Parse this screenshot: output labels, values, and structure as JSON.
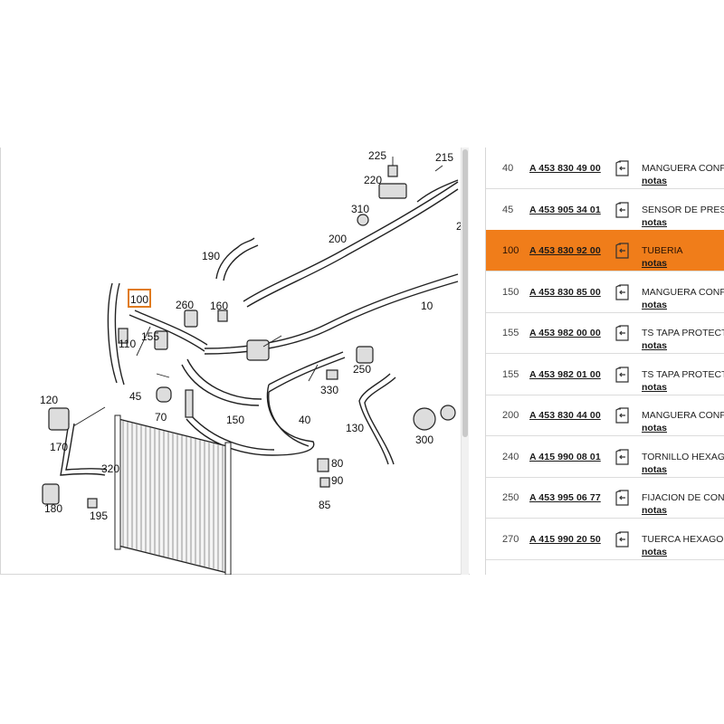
{
  "diagram": {
    "callouts": [
      "225",
      "215",
      "220",
      "310",
      "200",
      "190",
      "260",
      "160",
      "100",
      "110",
      "155",
      "10",
      "250",
      "330",
      "45",
      "70",
      "150",
      "40",
      "120",
      "170",
      "130",
      "300",
      "320",
      "80",
      "90",
      "180",
      "195",
      "85",
      "2"
    ],
    "selected_callout": "100"
  },
  "parts": [
    {
      "pos": "40",
      "part_no": "A 453 830 49 00",
      "description": "MANGUERA CONFO",
      "notes": "notas",
      "selected": false
    },
    {
      "pos": "45",
      "part_no": "A 453 905 34 01",
      "description": "SENSOR DE PRESIO",
      "notes": "notas",
      "selected": false
    },
    {
      "pos": "100",
      "part_no": "A 453 830 92 00",
      "description": "TUBERIA",
      "notes": "notas",
      "selected": true
    },
    {
      "pos": "150",
      "part_no": "A 453 830 85 00",
      "description": "MANGUERA CONFO",
      "notes": "notas",
      "selected": false
    },
    {
      "pos": "155",
      "part_no": "A 453 982 00 00",
      "description": "TS TAPA PROTECTO",
      "notes": "notas",
      "selected": false
    },
    {
      "pos": "155",
      "part_no": "A 453 982 01 00",
      "description": "TS TAPA PROTECTO",
      "notes": "notas",
      "selected": false
    },
    {
      "pos": "200",
      "part_no": "A 453 830 44 00",
      "description": "MANGUERA CONFO",
      "notes": "notas",
      "selected": false
    },
    {
      "pos": "240",
      "part_no": "A 415 990 08 01",
      "description": "TORNILLO HEXAGO",
      "notes": "notas",
      "selected": false
    },
    {
      "pos": "250",
      "part_no": "A 453 995 06 77",
      "description": "FIJACION DE COND",
      "notes": "notas",
      "selected": false
    },
    {
      "pos": "270",
      "part_no": "A 415 990 20 50",
      "description": "TUERCA HEXAGONA",
      "notes": "notas",
      "selected": false
    }
  ],
  "colors": {
    "selected_row": "#f07d1a",
    "highlight_box": "#e07b1f"
  }
}
